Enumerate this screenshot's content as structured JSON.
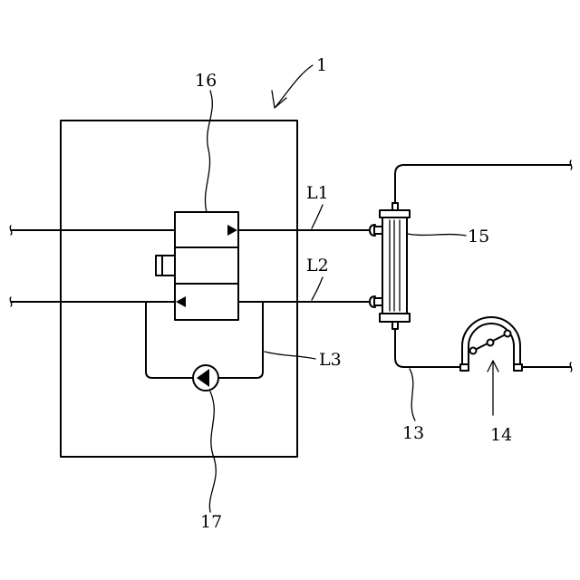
{
  "labels": {
    "device": "1",
    "unit16": "16",
    "line1": "L1",
    "line2": "L2",
    "line3": "L3",
    "tube13": "13",
    "pump14": "14",
    "filter15": "15",
    "pump17": "17"
  }
}
